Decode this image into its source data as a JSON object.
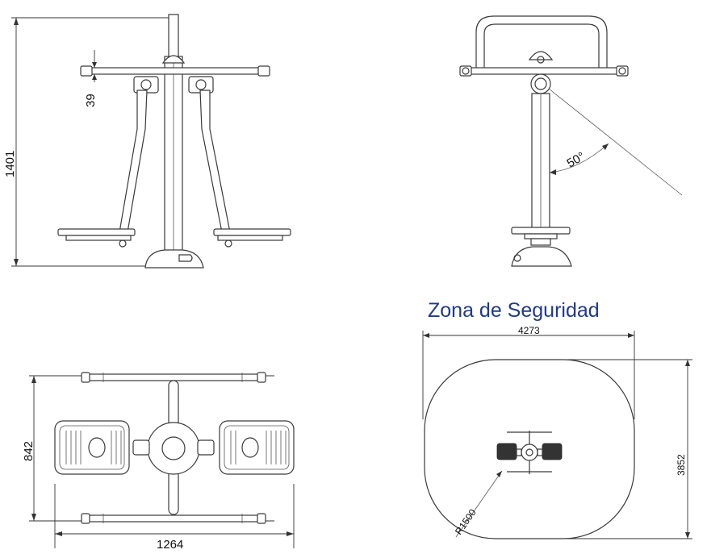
{
  "front_view": {
    "height_dimension": "1401",
    "handle_offset_dimension": "39"
  },
  "side_view": {
    "angle_dimension": "50°"
  },
  "top_view": {
    "depth_dimension": "842",
    "width_dimension": "1264"
  },
  "safety_zone": {
    "title": "Zona de Seguridad",
    "width_dimension": "4273",
    "depth_dimension": "3852",
    "radius_dimension": "R1500"
  }
}
